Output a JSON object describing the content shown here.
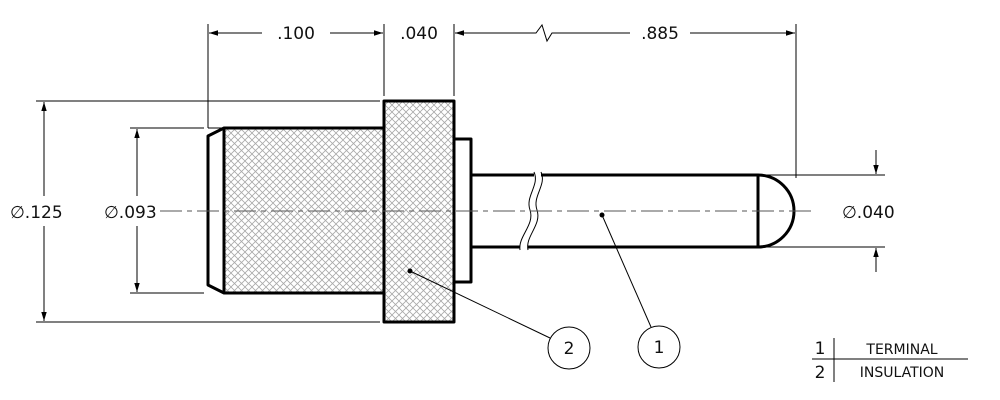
{
  "dimensions": {
    "len_front": ".100",
    "len_flange": ".040",
    "len_pin": ".885",
    "dia_flange": "∅.125",
    "dia_body": "∅.093",
    "dia_pin": "∅.040"
  },
  "balloons": [
    {
      "number": "2"
    },
    {
      "number": "1"
    }
  ],
  "bom": [
    {
      "item": "1",
      "description": "TERMINAL"
    },
    {
      "item": "2",
      "description": "INSULATION"
    }
  ]
}
